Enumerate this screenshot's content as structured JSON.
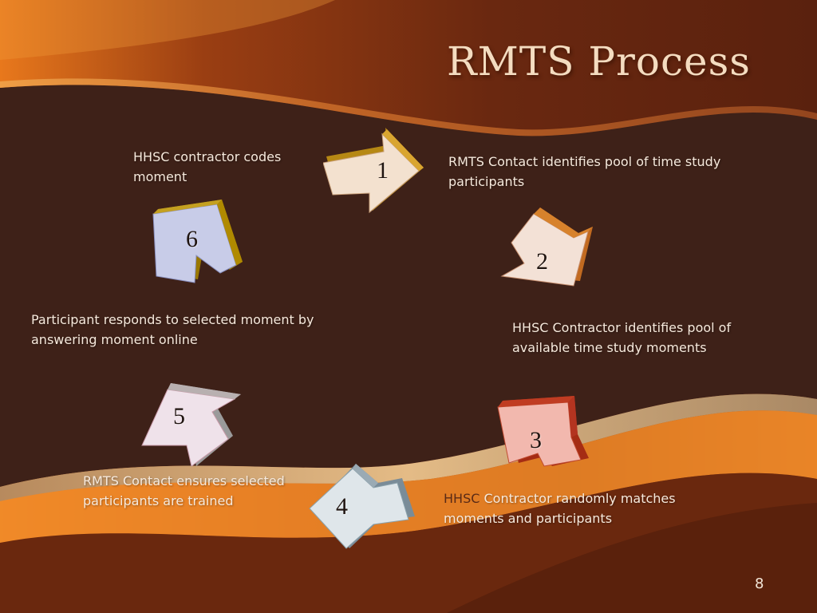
{
  "slide": {
    "title": "RMTS  Process",
    "page_number": "8"
  },
  "steps": [
    {
      "number": "1",
      "text": "RMTS Contact identifies pool of time study participants",
      "color": "#d7a630"
    },
    {
      "number": "2",
      "text": "HHSC Contractor identifies pool of available time study moments",
      "color": "#cf7a2c"
    },
    {
      "number": "3",
      "text_highlight": "HHSC",
      "text": " Contractor randomly matches moments and participants",
      "color": "#c03c22"
    },
    {
      "number": "4",
      "text": "RMTS Contact ensures selected participants are trained",
      "color": "#8a9aa4"
    },
    {
      "number": "5",
      "text": "Participant responds to  selected moment by answering moment online",
      "color": "#9a9a9a"
    },
    {
      "number": "6",
      "text": "HHSC contractor codes moment",
      "color": "#b08a00"
    }
  ],
  "colors": {
    "background": "#3e2118",
    "swoosh_orange": "#e07a22",
    "text": "#f6e9dc"
  }
}
